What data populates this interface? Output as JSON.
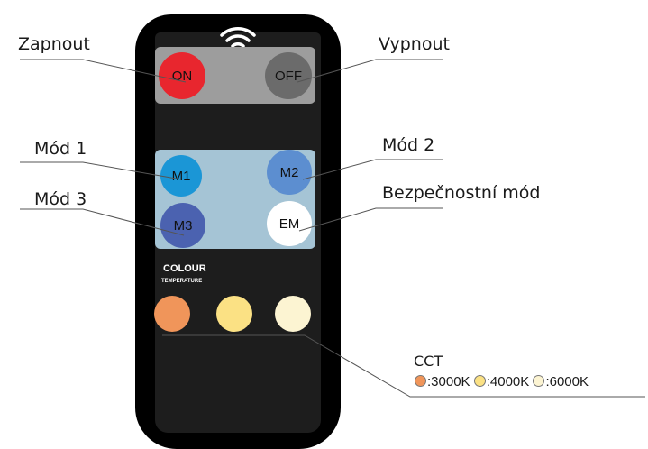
{
  "labels": {
    "on": "Zapnout",
    "off": "Vypnout",
    "mode1": "Mód 1",
    "mode2": "Mód 2",
    "mode3": "Mód 3",
    "emergency": "Bezpečnostní mód"
  },
  "buttons": {
    "on": "ON",
    "off": "OFF",
    "m1": "M1",
    "m2": "M2",
    "m3": "M3",
    "em": "EM"
  },
  "colour_temperature": {
    "title": "COLOUR",
    "subtitle": "TEMPERATURE"
  },
  "cct": {
    "title": "CCT",
    "items": [
      {
        "text": ":3000K",
        "color": "#f0955a"
      },
      {
        "text": ":4000K",
        "color": "#fbe184"
      },
      {
        "text": ":6000K",
        "color": "#fcf4d2"
      }
    ]
  },
  "colors": {
    "on": "#e8262e",
    "off": "#6b6b6b",
    "m1": "#1b96d6",
    "m2": "#5c8ed0",
    "m3": "#4b62b0",
    "em": "#ffffff",
    "temp_3000": "#f0955a",
    "temp_4000": "#fbe184",
    "temp_6000": "#fcf4d2",
    "top_panel": "#9d9d9d",
    "mode_panel": "#a5c4d5"
  },
  "icons": {
    "signal": "wifi-icon"
  }
}
